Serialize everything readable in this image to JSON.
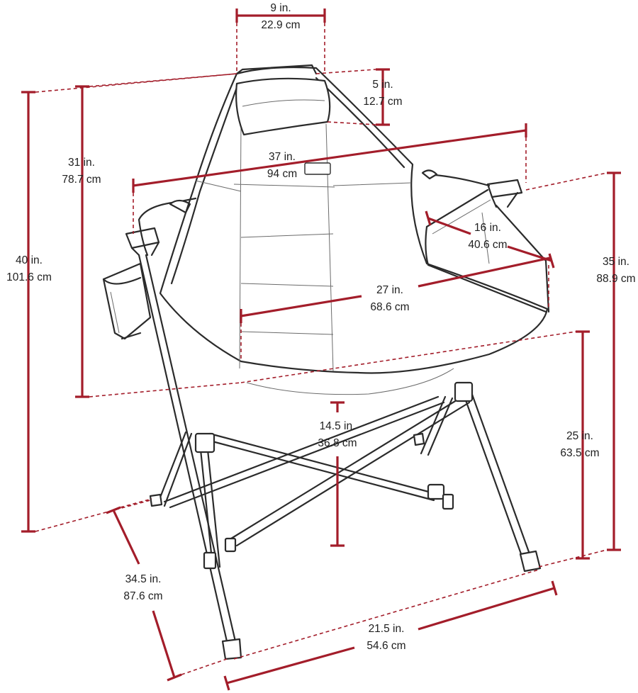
{
  "colors": {
    "dimension": "#a31d2a",
    "line_art": "#2b2b2b",
    "label_text": "#1e1e1e",
    "background": "#ffffff"
  },
  "dimensions": {
    "headrest_width": {
      "imperial": "9 in.",
      "metric": "22.9 cm"
    },
    "headrest_height": {
      "imperial": "5 in.",
      "metric": "12.7 cm"
    },
    "overall_height": {
      "imperial": "40 in.",
      "metric": "101.6 cm"
    },
    "back_height": {
      "imperial": "31 in.",
      "metric": "78.7 cm"
    },
    "overall_width": {
      "imperial": "37 in.",
      "metric": "94 cm"
    },
    "arm_depth": {
      "imperial": "16 in.",
      "metric": "40.6 cm"
    },
    "armrest_height": {
      "imperial": "35 in.",
      "metric": "88.9 cm"
    },
    "seat_width": {
      "imperial": "27 in.",
      "metric": "68.6 cm"
    },
    "seat_height": {
      "imperial": "14.5 in.",
      "metric": "36.8 cm"
    },
    "seat_back_height": {
      "imperial": "25 in.",
      "metric": "63.5 cm"
    },
    "base_depth": {
      "imperial": "34.5 in.",
      "metric": "87.6 cm"
    },
    "base_width": {
      "imperial": "21.5 in.",
      "metric": "54.6 cm"
    }
  }
}
